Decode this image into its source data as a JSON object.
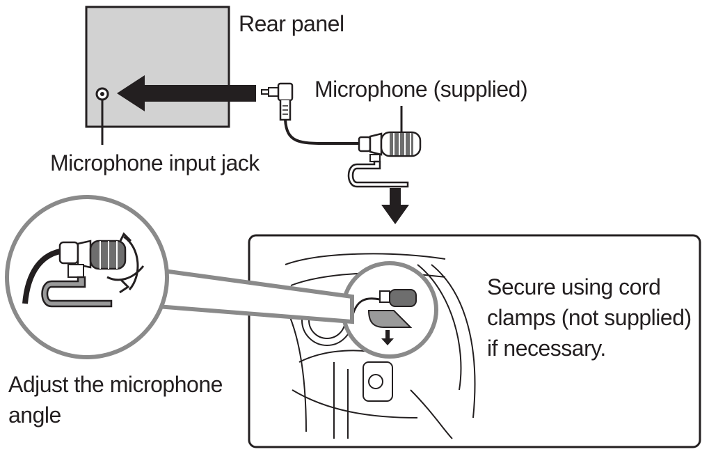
{
  "labels": {
    "rear_panel": "Rear panel",
    "microphone": "Microphone (supplied)",
    "input_jack": "Microphone input jack",
    "adjust_line1": "Adjust the microphone",
    "adjust_line2": "angle",
    "secure_line1": "Secure using cord",
    "secure_line2": "clamps (not supplied)",
    "secure_line3": "if necessary."
  },
  "colors": {
    "panel_fill": "#d2d2d2",
    "ink": "#231f20",
    "background": "#ffffff"
  },
  "icons": [
    "microphone-icon",
    "plug-icon",
    "cord-clamp-icon",
    "arrow-left-icon",
    "arrow-down-icon",
    "rotate-arrows-icon"
  ]
}
